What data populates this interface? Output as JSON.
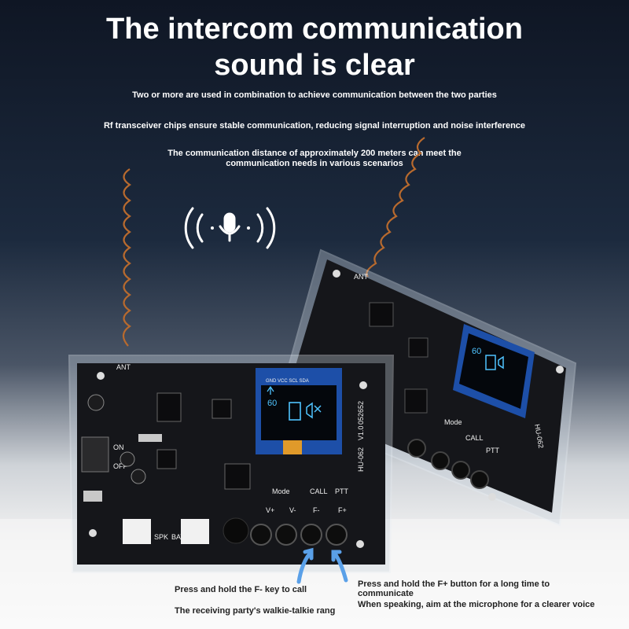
{
  "header": {
    "title_line1": "The intercom communication",
    "title_line2": "sound is clear"
  },
  "features": [
    "Two or more are used in combination to achieve communication between the two parties",
    "Rf transceiver chips ensure stable communication, reducing signal interruption and noise interference",
    "The communication distance of approximately 200 meters can meet the communication needs in various scenarios"
  ],
  "board": {
    "antenna_label": "ANT",
    "model": "HU-062",
    "version": "V1.0",
    "date_code": "052652",
    "labels": {
      "mode": "Mode",
      "call": "CALL",
      "ptt": "PTT",
      "v_plus": "V+",
      "v_minus": "V-",
      "f_minus": "F-",
      "f_plus": "F+",
      "spk": "SPK",
      "bat": "BAT",
      "on": "ON",
      "off": "OFF",
      "oled_pins": "GND VCC SCL SDA",
      "channel": "60"
    }
  },
  "captions": {
    "f_minus": "Press and hold the F- key to call",
    "receiving": "The receiving party's walkie-talkie rang",
    "f_plus": "Press and hold the F+ button for a long time to communicate",
    "speaking": "When speaking, aim at the microphone for a clearer voice"
  },
  "colors": {
    "pcb": "#15161a",
    "oled_bezel": "#1d4fa8",
    "oled_text": "#4fc3ff",
    "antenna_coil": "#b86a2e"
  },
  "icons": [
    "sound-wave-left-icon",
    "microphone-icon",
    "sound-wave-right-icon",
    "press-arrow-icon"
  ]
}
